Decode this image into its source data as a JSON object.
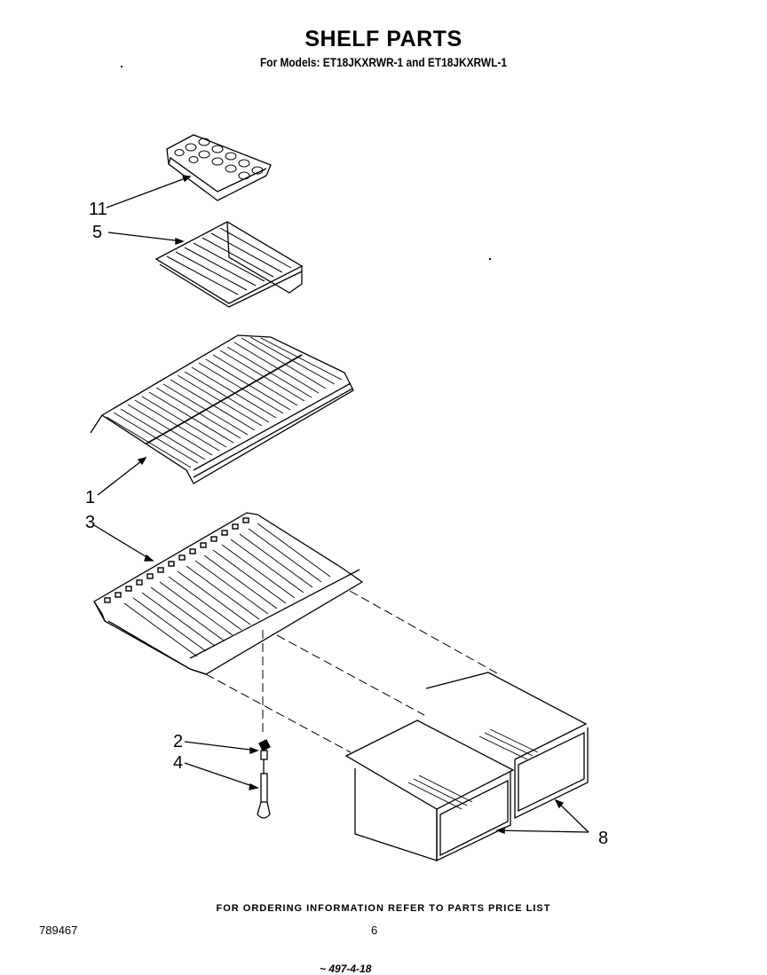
{
  "header": {
    "title": "SHELF PARTS",
    "subtitle": "For Models: ET18JKXRWR-1 and ET18JKXRWL-1"
  },
  "diagram": {
    "callouts": [
      {
        "id": "11",
        "part": "ice-tray"
      },
      {
        "id": "5",
        "part": "small-wire-shelf"
      },
      {
        "id": "1",
        "part": "wire-shelf"
      },
      {
        "id": "3",
        "part": "crisper-cover-frame"
      },
      {
        "id": "2",
        "part": "support-bushing"
      },
      {
        "id": "4",
        "part": "support-post"
      },
      {
        "id": "8",
        "part": "crisper-pans"
      }
    ]
  },
  "footer": {
    "note": "FOR ORDERING INFORMATION REFER TO PARTS PRICE LIST",
    "page_number": "6",
    "document_number": "789467",
    "stamp": "~ 497-4-18"
  }
}
